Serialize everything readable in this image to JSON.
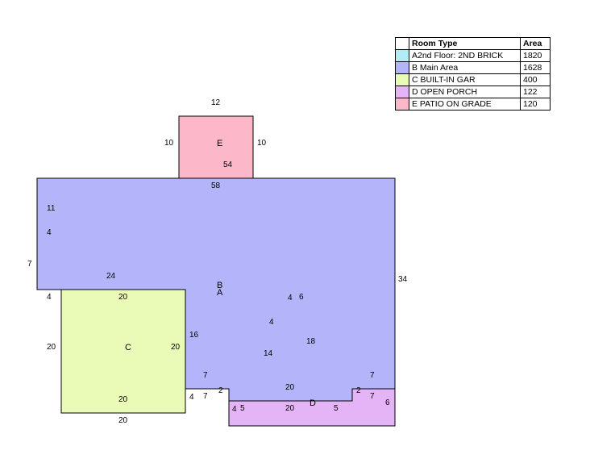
{
  "legend": {
    "header": {
      "type": "Room Type",
      "area": "Area"
    },
    "rows": [
      {
        "type": "A2nd Floor: 2ND BRICK",
        "area": "1820",
        "color": "#b2ecf5"
      },
      {
        "type": "B Main Area",
        "area": "1628",
        "color": "#b4b4fb"
      },
      {
        "type": "C BUILT-IN GAR",
        "area": "400",
        "color": "#eafbb8"
      },
      {
        "type": "D OPEN PORCH",
        "area": "122",
        "color": "#e5b4f7"
      },
      {
        "type": "E PATIO ON GRADE",
        "area": "120",
        "color": "#fcb8c8"
      }
    ]
  },
  "rooms": {
    "A": "A",
    "B": "B",
    "C": "C",
    "D": "D",
    "E": "E"
  },
  "dimensions": {
    "e_top": "12",
    "e_left": "10",
    "e_right": "10",
    "e_inner": "54",
    "b_top": "58",
    "b_left_11": "11",
    "b_left_4": "4",
    "b_outer_7": "7",
    "b_24": "24",
    "b_right_34": "34",
    "b_4_6a": "4",
    "b_4_6b": "6",
    "b_4": "4",
    "b_18": "18",
    "b_14": "14",
    "b_16": "16",
    "b_7a": "7",
    "b_2a": "2",
    "b_20": "20",
    "b_2b": "2",
    "b_7b": "7",
    "c_left_4": "4",
    "c_top": "20",
    "c_left": "20",
    "c_right": "20",
    "c_inner_bottom": "20",
    "c_bottom": "20",
    "c_4": "4",
    "c_7": "7",
    "d_4": "4",
    "d_5a": "5",
    "d_20": "20",
    "d_5b": "5",
    "d_7": "7",
    "d_6": "6"
  }
}
